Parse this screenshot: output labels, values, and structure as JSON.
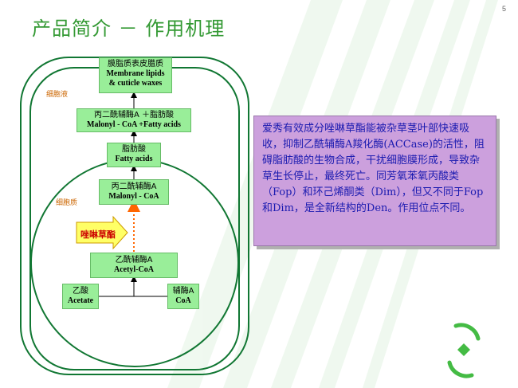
{
  "page": {
    "title": "产品简介 － 作用机理",
    "page_number": "5"
  },
  "diagram": {
    "region_cytoplasm": "细胞液",
    "region_plastid": "细胞质",
    "boxes": {
      "membrane": {
        "cn": "膜脂质表皮腊质",
        "en1": "Membrane lipids",
        "en2": "& cuticle waxes"
      },
      "malonyl_fatty": {
        "cn": "丙二酰辅酶A ＋脂肪酸",
        "en": "Malonyl - CoA +Fatty acids"
      },
      "fatty_acids": {
        "cn": "脂肪酸",
        "en": "Fatty acids"
      },
      "malonyl_coa": {
        "cn": "丙二酰辅酶A",
        "en": "Malonyl - CoA"
      },
      "acetyl_coa": {
        "cn": "乙酰辅酶A",
        "en": "Acetyl-CoA"
      },
      "acetate": {
        "cn": "乙酸",
        "en": "Acetate"
      },
      "coa": {
        "cn": "辅酶A",
        "en": "CoA"
      }
    },
    "inhibitor_label": "唑啉草酯"
  },
  "description": {
    "text": "爱秀有效成分唑啉草酯能被杂草茎叶部快速吸收，抑制乙酰辅酶A羧化酶(ACCase)的活性，阻碍脂肪酸的生物合成，干扰细胞膜形成，导致杂草生长停止，最终死亡。同芳氧苯氧丙酸类（Fop）和环己烯酮类（Dim），但又不同于Fop和Dim，是全新结构的Den。作用位点不同。"
  },
  "colors": {
    "title": "#339933",
    "cell_border": "#117733",
    "box_fill": "#99ee99",
    "desc_fill": "#cca0dd",
    "desc_text": "#1a1ab0",
    "inhibitor_arrow": "#ffff66",
    "inhibition_dots": "#ff6600"
  }
}
